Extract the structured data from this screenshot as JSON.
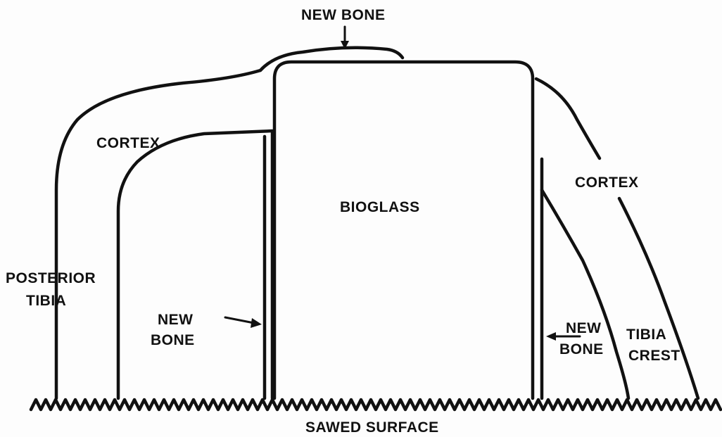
{
  "labels": {
    "new_bone_top": "NEW BONE",
    "cortex_left": "CORTEX",
    "cortex_right": "CORTEX",
    "bioglass": "BIOGLASS",
    "posterior_tibia_1": "POSTERIOR",
    "posterior_tibia_2": "TIBIA",
    "new_bone_left_1": "NEW",
    "new_bone_left_2": "BONE",
    "new_bone_right_1": "NEW",
    "new_bone_right_2": "BONE",
    "tibia_crest_1": "TIBIA",
    "tibia_crest_2": "CREST",
    "sawed_surface": "SAWED SURFACE"
  }
}
